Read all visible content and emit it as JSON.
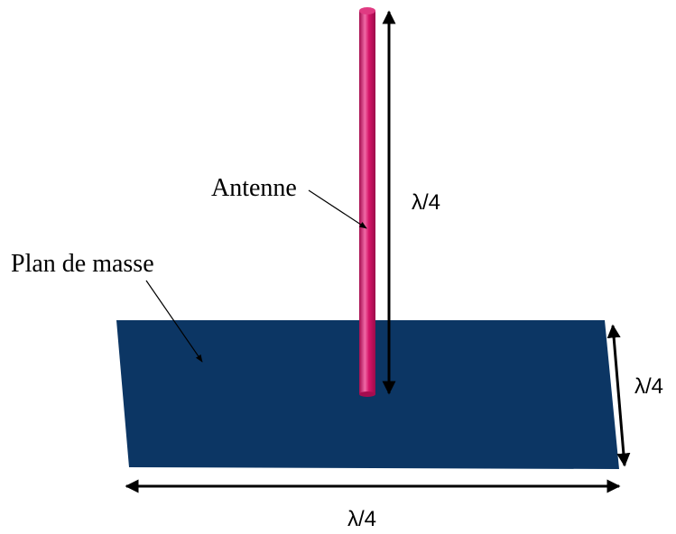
{
  "labels": {
    "antenna": "Antenne",
    "ground_plane": "Plan de masse",
    "antenna_height": "λ/4",
    "plane_depth": "λ/4",
    "plane_width": "λ/4"
  },
  "colors": {
    "ground_plane": "#0c3664",
    "antenna": "#d51468",
    "antenna_highlight": "#f06aa6",
    "antenna_shadow": "#a50c4f",
    "arrows": "#000000"
  }
}
